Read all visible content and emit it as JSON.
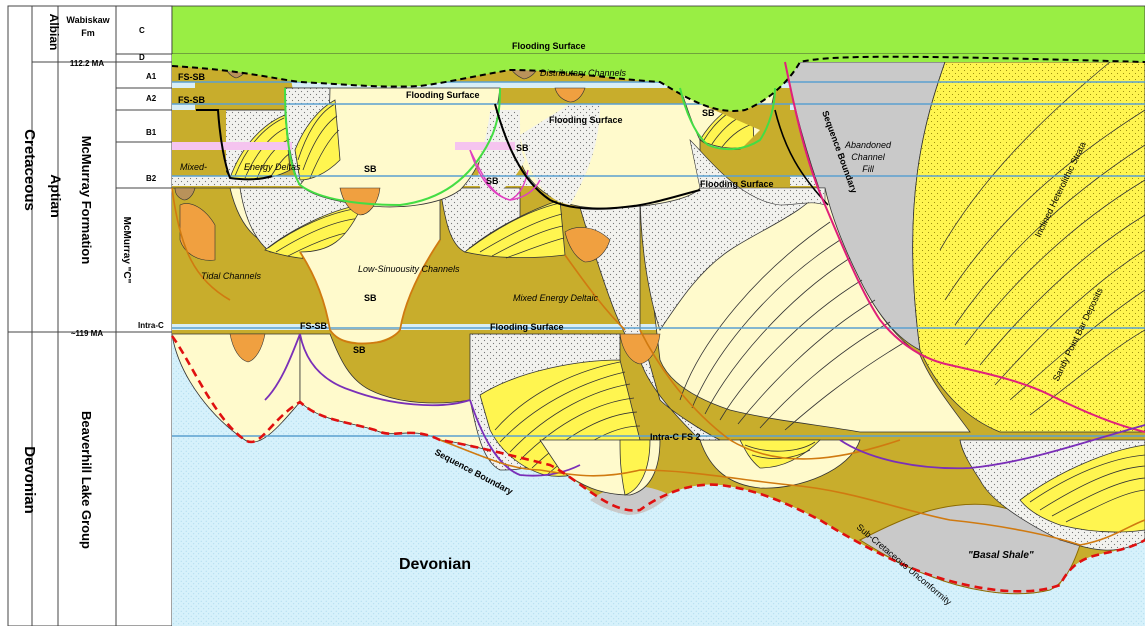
{
  "stratigraphy": {
    "periods": {
      "cretaceous": "Cretaceous",
      "devonian": "Devonian"
    },
    "stages": {
      "albian": "Albian",
      "aptian": "Aptian"
    },
    "formations": {
      "wabiskaw": "Wabiskaw Fm",
      "mcmurray": "McMurray Formation",
      "beaverhill": "Beaverhill Lake Group",
      "mcmurray_c": "McMurray \"C\""
    },
    "ages": {
      "top": "112.2 MA",
      "base": "~119 MA"
    },
    "units": [
      "C",
      "D",
      "A1",
      "A2",
      "B1",
      "B2",
      "Intra-C"
    ]
  },
  "labels": {
    "flooding_surface": "Flooding Surface",
    "fs_sb": "FS-SB",
    "sb": "SB",
    "distributary_channels": "Distributary Channels",
    "mixed_energy_deltas_1": "Mixed-",
    "mixed_energy_deltas_2": "Energy  Deltas",
    "tidal_channels": "Tidal Channels",
    "low_sinuosity_channels": "Low-Sinuousity Channels",
    "mixed_energy_deltaic": "Mixed Energy Deltaic",
    "intra_c_fs2": "Intra-C FS 2",
    "sequence_boundary": "Sequence Boundary",
    "abandoned_channel_fill": [
      "Abandoned",
      "Channel",
      "Fill"
    ],
    "inclined_heterolithic_strata": "Inclined Heterolithic Strata",
    "sandy_point_bar": "Sandy Point Bar Deposits",
    "sub_cretaceous_unconformity": "Sub-Cretaceous Unconformity",
    "basal_shale": "\"Basal Shale\"",
    "devonian": "Devonian"
  },
  "colors": {
    "flooding_green": "#99ee44",
    "mud_olive": "#c8ad2c",
    "sand_cream": "#fffacc",
    "sand_yellow": "#fff550",
    "devonian_blue": "#d6f1fb",
    "grey_fill": "#c9c9c9",
    "orange_bar": "#f0a040",
    "brown_bar": "#b9925a",
    "sb_red": "#e01010",
    "sb_purple": "#7a2fb8",
    "sb_orange": "#d07a10",
    "sb_green": "#66dd44",
    "sb_magenta": "#e0207a"
  }
}
